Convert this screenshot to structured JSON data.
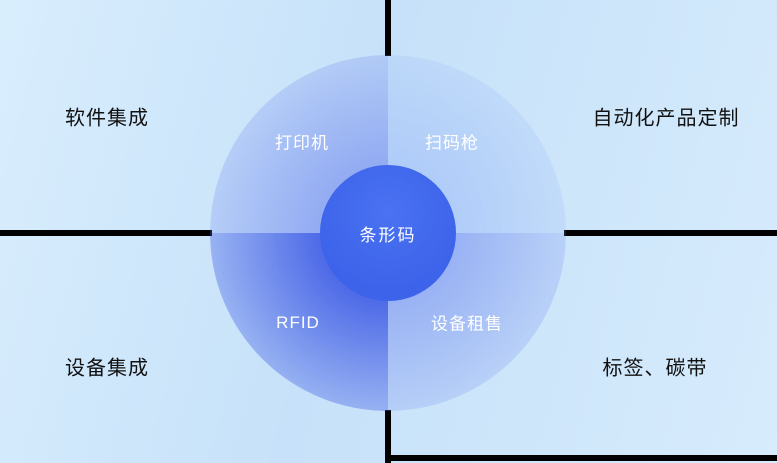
{
  "diagram": {
    "center": {
      "label": "条形码"
    },
    "quadrant_labels": {
      "top_left": "打印机",
      "top_right": "扫码枪",
      "bottom_left": "RFID",
      "bottom_right": "设备租售"
    },
    "corner_labels": {
      "top_left": "软件集成",
      "top_right": "自动化产品定制",
      "bottom_left": "设备集成",
      "bottom_right": "标签、碳带"
    }
  },
  "colors": {
    "bg_light": "#d9eefd",
    "bg_mid": "#c6e1f9",
    "bg_light2": "#d7ecfc",
    "line": "#000000",
    "circle_tl": "rgba(108,130,238,0.62)",
    "circle_tr": "rgba(142,172,248,0.45)",
    "circle_bl": "rgba(58,86,228,0.92)",
    "circle_br": "rgba(112,136,240,0.58)",
    "center_circle": "#3c63e9",
    "label_dark": "#111111",
    "label_light": "#ffffff"
  }
}
